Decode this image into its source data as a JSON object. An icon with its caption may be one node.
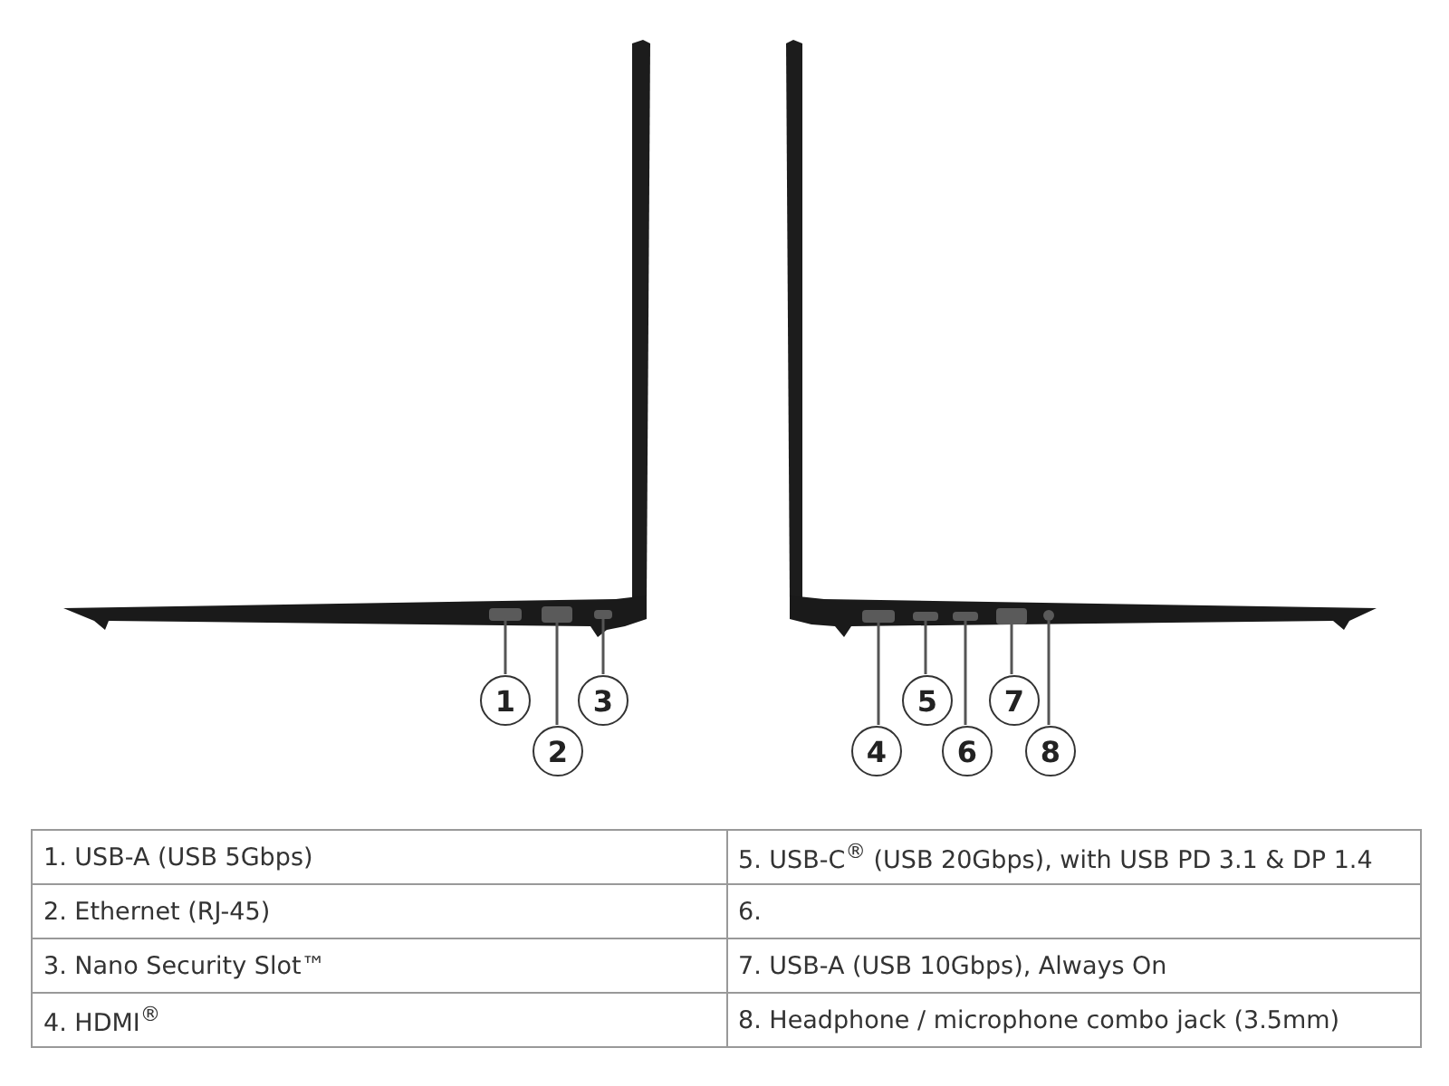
{
  "diagram": {
    "nodes": [
      {
        "text": [
          "1"
        ]
      },
      {
        "text": [
          "2"
        ]
      },
      {
        "text": [
          "3"
        ]
      },
      {
        "text": [
          "4"
        ]
      },
      {
        "text": [
          "5"
        ]
      },
      {
        "text": [
          "6"
        ]
      },
      {
        "text": [
          "7"
        ]
      },
      {
        "text": [
          "8"
        ]
      },
      {
        "text": [],
        "shape": "box"
      },
      {
        "text": [],
        "shape": "box"
      },
      {
        "text": [],
        "shape": "box"
      },
      {
        "text": [],
        "shape": "box"
      },
      {
        "text": [],
        "shape": "box"
      },
      {
        "text": [],
        "shape": "box"
      },
      {
        "text": [],
        "shape": "box"
      },
      {
        "text": [],
        "shape": "circle"
      }
    ],
    "edges": [
      {
        "from": 0,
        "to": 8,
        "arrow": "none"
      },
      {
        "from": 1,
        "to": 9,
        "arrow": "none"
      },
      {
        "from": 2,
        "to": 10,
        "arrow": "none"
      },
      {
        "from": 3,
        "to": 11,
        "arrow": "none"
      },
      {
        "from": 4,
        "to": 12,
        "arrow": "none"
      },
      {
        "from": 5,
        "to": 13,
        "arrow": "none"
      },
      {
        "from": 6,
        "to": 14,
        "arrow": "none"
      },
      {
        "from": 7,
        "to": 15,
        "arrow": "none"
      }
    ],
    "labels": [
      "1. USB-A (USB 5Gbps)",
      "5. USB-C$^{®}$ (USB 20Gbps), with USB PD 3.1 & DP 1.4",
      "2. Ethernet (RJ-45)",
      "6.",
      "3. Nano Security Slot™",
      "7. USB-A (USB 10Gbps), Always On",
      "4. HDMI$^{®}$",
      "8. Headphone / microphone combo jack (3.5mm)"
    ]
  }
}
